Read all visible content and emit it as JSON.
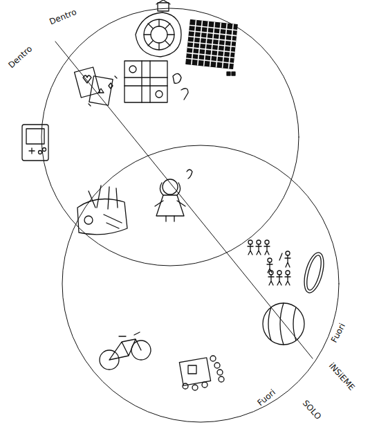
{
  "diagram": {
    "labels": [
      "Dentro",
      "Dentro",
      "Fuori",
      "Fuori",
      "iNSiEME",
      "SOLO"
    ]
  }
}
